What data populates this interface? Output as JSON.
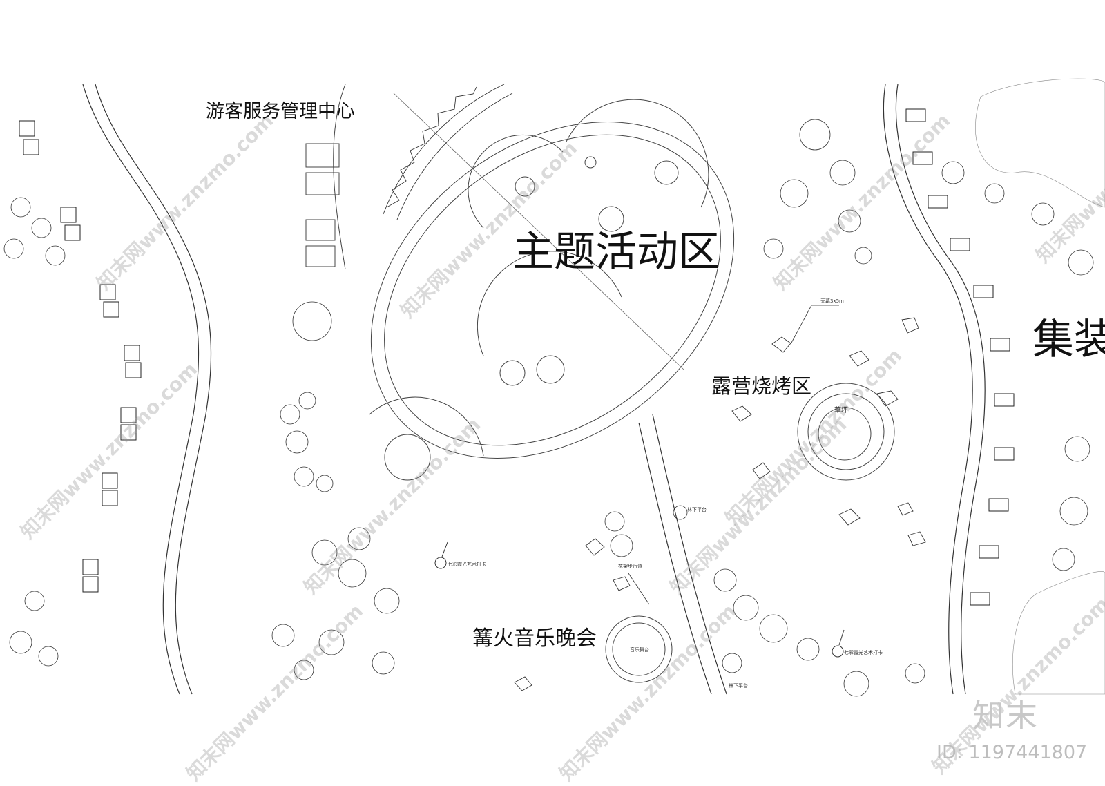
{
  "zones": {
    "visitor_center": "游客服务管理中心",
    "theme_activity": "主题活动区",
    "camping_bbq": "露营烧烤区",
    "bonfire_concert": "篝火音乐晚会",
    "container": "集装"
  },
  "notes": {
    "canopy": "天幕3x5m",
    "lawn": "草坪",
    "stage": "音乐舞台",
    "art_punch_1": "七彩霞光艺术打卡",
    "art_punch_2": "七彩霞光艺术打卡",
    "flower_path": "花架步行道",
    "platform_1": "林下平台",
    "platform_2": "林下平台"
  },
  "watermark": {
    "text": "知末网www.znzmo.com"
  },
  "brand": {
    "logo_text": "知末",
    "id_text": "ID: 1197441807"
  },
  "colors": {
    "line": "#333333",
    "light_line": "#777777",
    "watermark": "#a0a0a0",
    "background": "#ffffff"
  }
}
